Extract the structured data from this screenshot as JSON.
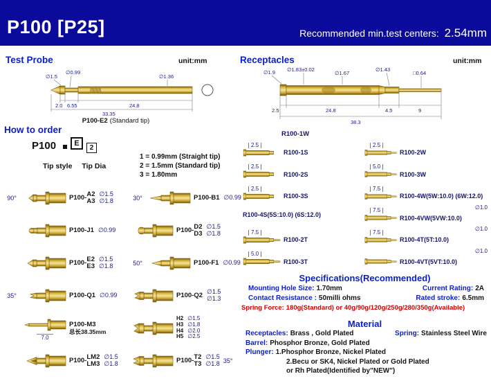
{
  "header": {
    "title": "P100  [P25]",
    "note_label": "Recommended min.test centers:",
    "note_value": "2.54mm"
  },
  "test_probe": {
    "heading": "Test Probe",
    "unit": "unit:mm",
    "dims": {
      "tip_dia": "∅1.5",
      "shaft_dia": "∅0.99",
      "barrel_dia": "∅1.36",
      "l1": "2.0",
      "l2": "6.55",
      "l3": "24.8",
      "total": "33.35"
    },
    "caption_model": "P100-E2",
    "caption_note": "(Standard tip)"
  },
  "how_to_order": {
    "heading": "How to order",
    "model": "P100",
    "tip_style_code": "E",
    "tip_dia_code": "2",
    "tip_style_label": "Tip style",
    "tip_dia_label": "Tip Dia",
    "notes": [
      "1 = 0.99mm (Straight tip)",
      "2 = 1.5mm (Standard tip)",
      "3 = 1.80mm"
    ]
  },
  "variants": [
    {
      "angle": "90°",
      "prefix": "P100-",
      "codes": [
        "A2",
        "A3"
      ],
      "dias": [
        "∅1.5",
        "∅1.8"
      ]
    },
    {
      "angle": "30°",
      "prefix": "P100-",
      "codes": [
        "B1"
      ],
      "dias": [
        "∅0.99"
      ]
    },
    {
      "prefix": "P100-",
      "codes": [
        "J1"
      ],
      "dias": [
        "∅0.99"
      ]
    },
    {
      "prefix": "P100-",
      "codes": [
        "D2",
        "D3"
      ],
      "dias": [
        "∅1.5",
        "∅1.8"
      ]
    },
    {
      "prefix": "P100-",
      "codes": [
        "E2",
        "E3"
      ],
      "dias": [
        "∅1.5",
        "∅1.8"
      ]
    },
    {
      "angle": "50°",
      "prefix": "P100-",
      "codes": [
        "F1"
      ],
      "dias": [
        "∅0.99"
      ]
    },
    {
      "angle": "35°",
      "prefix": "P100-",
      "codes": [
        "Q1"
      ],
      "dias": [
        "∅0.99"
      ]
    },
    {
      "prefix": "P100-",
      "codes": [
        "Q2"
      ],
      "dias": [
        "∅1.5",
        "∅1.3"
      ]
    },
    {
      "prefix": "P100-",
      "codes": [
        "M3"
      ],
      "note": "总长38.35mm",
      "under_dim": "7.0"
    },
    {
      "codes": [
        "H2",
        "H3",
        "H4",
        "H5"
      ],
      "dias": [
        "∅1.5",
        "∅1.8",
        "∅2.0",
        "∅2.5"
      ]
    },
    {
      "prefix": "P100-",
      "codes": [
        "LM2",
        "LM3"
      ],
      "dias": [
        "∅1.5",
        "∅1.8"
      ]
    },
    {
      "angle": "35°",
      "prefix": "P100-",
      "codes": [
        "T2",
        "T3"
      ],
      "dias": [
        "∅1.5",
        "∅1.8"
      ]
    }
  ],
  "receptacles": {
    "heading": "Receptacles",
    "unit": "unit:mm",
    "main": {
      "caption": "R100-1W",
      "dia1": "∅1.9",
      "dia2": "∅1.83±0.02",
      "dia3": "∅1.67",
      "dia4": "∅1.43",
      "square": "□0.64",
      "l1": "2.5",
      "l2": "24.8",
      "l3": "4.5",
      "l4": "9",
      "total": "38.3"
    },
    "items_left": [
      {
        "dim": "2.5",
        "label": "R100-1S"
      },
      {
        "dim": "2.5",
        "label": "R100-2S"
      },
      {
        "dim": "2.5",
        "label": "R100-3S"
      },
      {
        "label": "R100-4S(5S:10.0) (6S:12.0)"
      },
      {
        "dim": "7.5",
        "label": "R100-2T"
      },
      {
        "dim": "5.0",
        "label": "R100-3T"
      }
    ],
    "items_right": [
      {
        "dim": "2.5",
        "label": "R100-2W"
      },
      {
        "dim": "5.0",
        "label": "R100-3W"
      },
      {
        "dim": "7.5",
        "label": "R100-4W(5W:10.0) (6W:12.0)"
      },
      {
        "dim": "7.5",
        "label": "R100-4VW(5VW:10.0)",
        "tip_dia": "∅1.0"
      },
      {
        "dim": "7.5",
        "label": "R100-4T(5T:10.0)",
        "tip_dia": "∅1.0"
      },
      {
        "label": "R100-4VT(5VT:10.0)",
        "tip_dia": "∅1.0"
      }
    ]
  },
  "specs": {
    "heading": "Specifications(Recommended)",
    "mounting_label": "Mounting Hole Size:",
    "mounting_value": "1.70mm",
    "current_label": "Current Rating:",
    "current_value": "2A",
    "contact_label": "Contact Resistance :",
    "contact_value": "50milli ohms",
    "stroke_label": "Rated stroke:",
    "stroke_value": "6.5mm",
    "spring_force_label": "Spring Force:",
    "spring_force_value": "180g(Standard) or 40g/90g/120g/250g/280/350g(Available)"
  },
  "material": {
    "heading": "Material",
    "receptacles_label": "Receptacles:",
    "receptacles_value": "Brass , Gold Plated",
    "spring_label": "Spring:",
    "spring_value": "Stainless Steel Wire",
    "barrel_label": "Barrel:",
    "barrel_value": "Phosphor Bronze, Gold Plated",
    "plunger_label": "Plunger:",
    "plunger_lines": [
      "1.Phosphor Bronze, Nickel Plated",
      "2.Becu or SK4, Nickel Plated or Gold Plated",
      "or Rh Plated(Identified by\"NEW\")"
    ]
  }
}
